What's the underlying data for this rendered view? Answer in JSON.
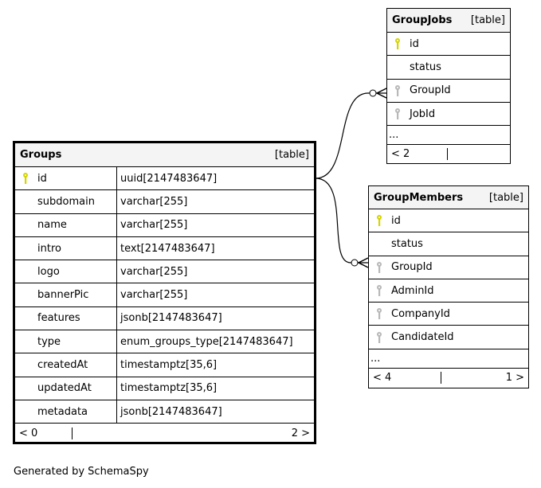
{
  "tables": {
    "groups": {
      "name": "Groups",
      "kind": "[table]",
      "columns": [
        {
          "name": "id",
          "type": "uuid[2147483647]",
          "key": "primary"
        },
        {
          "name": "subdomain",
          "type": "varchar[255]",
          "key": ""
        },
        {
          "name": "name",
          "type": "varchar[255]",
          "key": ""
        },
        {
          "name": "intro",
          "type": "text[2147483647]",
          "key": ""
        },
        {
          "name": "logo",
          "type": "varchar[255]",
          "key": ""
        },
        {
          "name": "bannerPic",
          "type": "varchar[255]",
          "key": ""
        },
        {
          "name": "features",
          "type": "jsonb[2147483647]",
          "key": ""
        },
        {
          "name": "type",
          "type": "enum_groups_type[2147483647]",
          "key": ""
        },
        {
          "name": "createdAt",
          "type": "timestamptz[35,6]",
          "key": ""
        },
        {
          "name": "updatedAt",
          "type": "timestamptz[35,6]",
          "key": ""
        },
        {
          "name": "metadata",
          "type": "jsonb[2147483647]",
          "key": ""
        }
      ],
      "footer": {
        "parents": "< 0",
        "mid": "",
        "children": "2 >"
      }
    },
    "groupjobs": {
      "name": "GroupJobs",
      "kind": "[table]",
      "columns": [
        {
          "name": "id",
          "key": "primary"
        },
        {
          "name": "status",
          "key": ""
        },
        {
          "name": "GroupId",
          "key": "foreign"
        },
        {
          "name": "JobId",
          "key": "foreign"
        }
      ],
      "more": "...",
      "footer": {
        "parents": "< 2",
        "mid": "",
        "children": ""
      }
    },
    "groupmembers": {
      "name": "GroupMembers",
      "kind": "[table]",
      "columns": [
        {
          "name": "id",
          "key": "primary"
        },
        {
          "name": "status",
          "key": ""
        },
        {
          "name": "GroupId",
          "key": "foreign"
        },
        {
          "name": "AdminId",
          "key": "foreign"
        },
        {
          "name": "CompanyId",
          "key": "foreign"
        },
        {
          "name": "CandidateId",
          "key": "foreign"
        }
      ],
      "more": "...",
      "footer": {
        "parents": "< 4",
        "mid": "",
        "children": "1 >"
      }
    }
  },
  "footer_note": "Generated by SchemaSpy",
  "colors": {
    "primary_key": "#d4d400",
    "foreign_key": "#b8b8b8",
    "header_bg": "#f4f4f4"
  }
}
